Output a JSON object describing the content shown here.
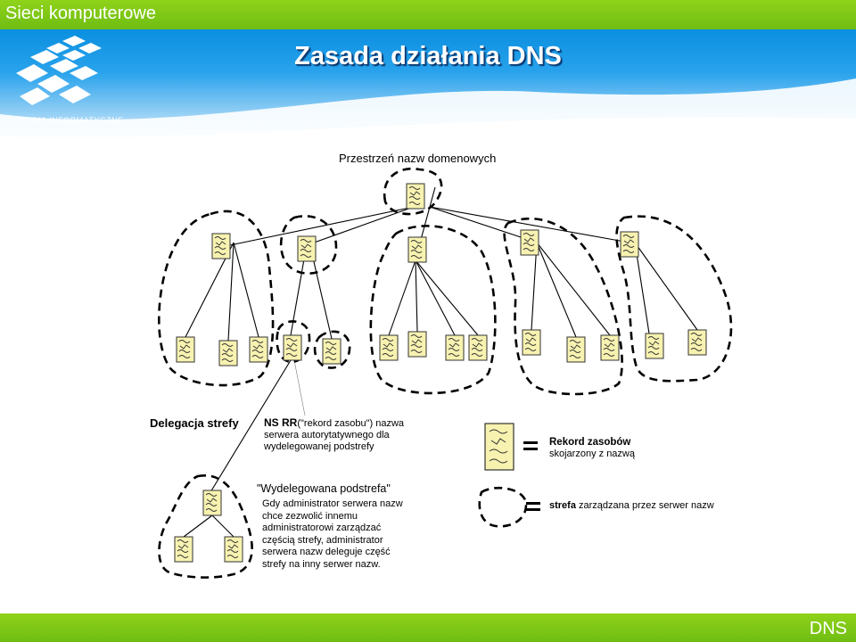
{
  "header": {
    "course_title": "Sieci komputerowe",
    "slide_title": "Zasada działania DNS",
    "logo_text": "E-STUDIA INFORMATYCZNE"
  },
  "footer": {
    "section_label": "DNS"
  },
  "diagram": {
    "domain_space_title": "Przestrzeń nazw domenowych",
    "delegation_label": "Delegacja strefy",
    "ns_rr_bold": "NS RR",
    "ns_rr_rest": "(\"rekord zasobu\") nazwa",
    "ns_rr_line2": "serwera autorytatywnego dla",
    "ns_rr_line3": "wydelegowanej podstrefy",
    "subzone_title": "\"Wydelegowana podstrefa\"",
    "subzone_text": [
      "Gdy administrator serwera nazw",
      "chce zezwolić innemu",
      "administratorowi zarządzać",
      "częścią strefy, administrator",
      "serwera nazw deleguje część",
      "strefy na inny serwer nazw."
    ]
  },
  "legend": {
    "record_title": "Rekord zasobów",
    "record_desc": "skojarzony z nazwą",
    "zone_title": "strefa",
    "zone_desc": "zarządzana przez serwer nazw",
    "equals": "="
  },
  "colors": {
    "bar_green": "#7cc616",
    "header_blue": "#0a8fe0",
    "record_fill": "#f7f2b0",
    "title_shadow": "#0a3b74"
  }
}
